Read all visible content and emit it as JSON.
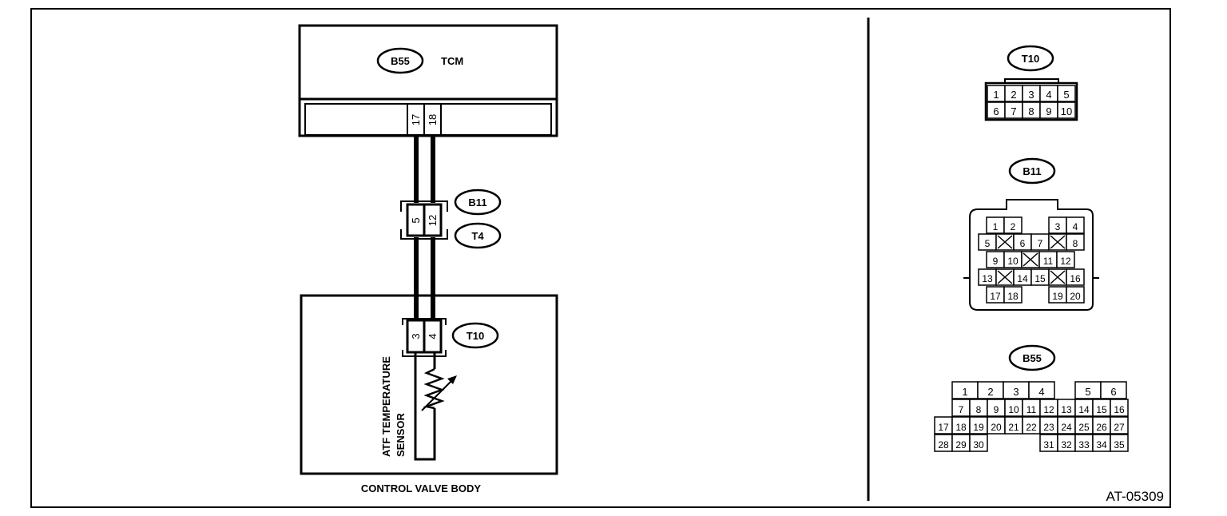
{
  "tcm": {
    "connector": "B55",
    "name": "TCM",
    "pins": [
      "17",
      "18"
    ]
  },
  "joint": {
    "connector_top": "B11",
    "connector_bottom": "T4",
    "pins": [
      "5",
      "12"
    ]
  },
  "valve_body": {
    "label": "CONTROL VALVE BODY",
    "connector": "T10",
    "pins": [
      "3",
      "4"
    ],
    "sensor_line1": "ATF TEMPERATURE",
    "sensor_line2": "SENSOR"
  },
  "connectors": {
    "t10": {
      "label": "T10",
      "row1": [
        "1",
        "2",
        "3",
        "4",
        "5"
      ],
      "row2": [
        "6",
        "7",
        "8",
        "9",
        "10"
      ]
    },
    "b11": {
      "label": "B11",
      "rows": [
        [
          "1",
          "2",
          "",
          "3",
          "4"
        ],
        [
          "5",
          "X",
          "6",
          "7",
          "X",
          "8"
        ],
        [
          "9",
          "10",
          "X",
          "11",
          "12"
        ],
        [
          "13",
          "X",
          "14",
          "15",
          "X",
          "16"
        ],
        [
          "17",
          "18",
          "",
          "19",
          "20"
        ]
      ]
    },
    "b55": {
      "label": "B55",
      "row1": [
        "1",
        "2",
        "3",
        "4",
        "5",
        "6"
      ],
      "row2": [
        "7",
        "8",
        "9",
        "10",
        "11",
        "12",
        "13",
        "14",
        "15",
        "16"
      ],
      "row3": [
        "17",
        "18",
        "19",
        "20",
        "21",
        "22",
        "23",
        "24",
        "25",
        "26",
        "27"
      ],
      "row4": [
        "28",
        "29",
        "30",
        "31",
        "32",
        "33",
        "34",
        "35"
      ]
    }
  },
  "figure_id": "AT-05309"
}
